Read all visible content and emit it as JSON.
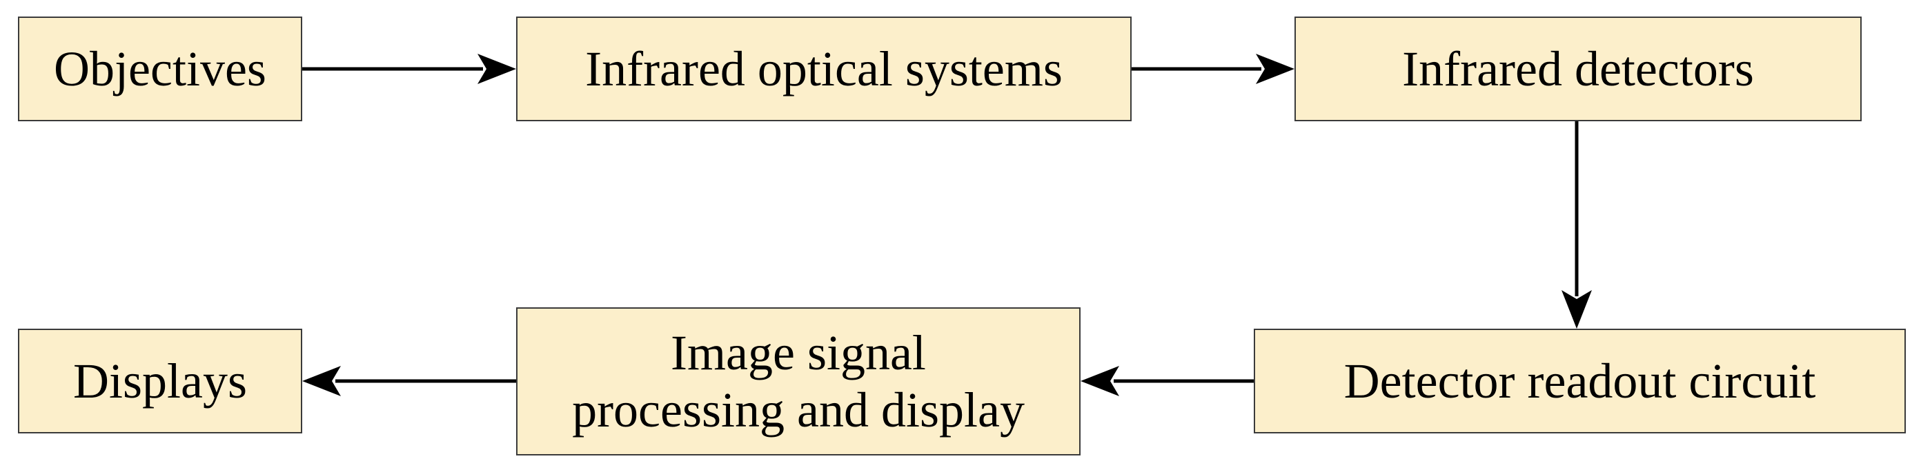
{
  "nodes": {
    "objectives": "Objectives",
    "infrared_optical_systems": "Infrared optical systems",
    "infrared_detectors": "Infrared detectors",
    "detector_readout_circuit": "Detector readout circuit",
    "image_signal_processing": {
      "line1": "Image signal",
      "line2": "processing and display"
    },
    "displays": "Displays"
  },
  "colors": {
    "box_fill": "#fcefcb",
    "box_border": "#3a3a3a",
    "arrow": "#000000"
  },
  "edges": [
    {
      "from": "objectives",
      "to": "infrared_optical_systems"
    },
    {
      "from": "infrared_optical_systems",
      "to": "infrared_detectors"
    },
    {
      "from": "infrared_detectors",
      "to": "detector_readout_circuit"
    },
    {
      "from": "detector_readout_circuit",
      "to": "image_signal_processing"
    },
    {
      "from": "image_signal_processing",
      "to": "displays"
    }
  ]
}
